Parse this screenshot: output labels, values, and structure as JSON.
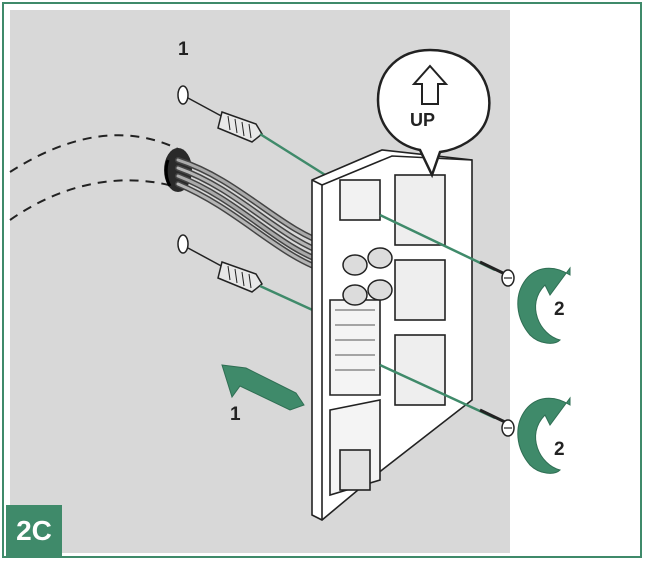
{
  "step_badge": "2C",
  "up_label": "UP",
  "callouts": {
    "dowel_top": "1",
    "push_arrow": "1",
    "rotate_upper": "2",
    "rotate_lower": "2"
  },
  "colors": {
    "accent": "#3f8a6a",
    "wall": "#d8d8d8",
    "frame_border": "#3f8a6a"
  }
}
